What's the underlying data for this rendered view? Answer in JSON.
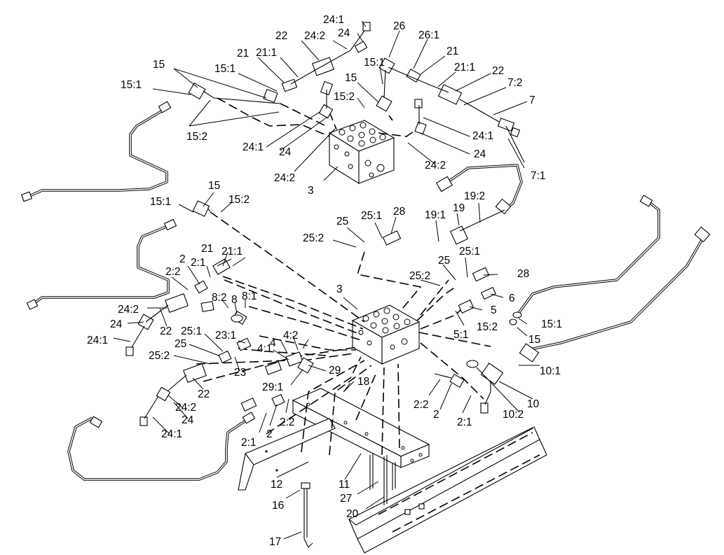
{
  "diagram": {
    "manifold_label": "3",
    "callouts": [
      {
        "text": "24:1"
      },
      {
        "text": "22"
      },
      {
        "text": "24:2"
      },
      {
        "text": "24"
      },
      {
        "text": "26"
      },
      {
        "text": "26:1"
      },
      {
        "text": "21"
      },
      {
        "text": "21:1"
      },
      {
        "text": "15:1"
      },
      {
        "text": "15"
      },
      {
        "text": "15:1"
      },
      {
        "text": "21"
      },
      {
        "text": "15"
      },
      {
        "text": "21:1"
      },
      {
        "text": "22"
      },
      {
        "text": "7:2"
      },
      {
        "text": "7"
      },
      {
        "text": "15:2"
      },
      {
        "text": "15"
      },
      {
        "text": "15:1"
      },
      {
        "text": "24:1"
      },
      {
        "text": "15:2"
      },
      {
        "text": "24:1"
      },
      {
        "text": "24"
      },
      {
        "text": "24"
      },
      {
        "text": "24:2"
      },
      {
        "text": "7:1"
      },
      {
        "text": "24:2"
      },
      {
        "text": "3"
      },
      {
        "text": "15"
      },
      {
        "text": "15:1"
      },
      {
        "text": "15:2"
      },
      {
        "text": "19:2"
      },
      {
        "text": "19"
      },
      {
        "text": "19:1"
      },
      {
        "text": "28"
      },
      {
        "text": "25"
      },
      {
        "text": "25:1"
      },
      {
        "text": "25:2"
      },
      {
        "text": "25:1"
      },
      {
        "text": "21"
      },
      {
        "text": "25"
      },
      {
        "text": "2"
      },
      {
        "text": "2:1"
      },
      {
        "text": "21:1"
      },
      {
        "text": "2:2"
      },
      {
        "text": "28"
      },
      {
        "text": "25:2"
      },
      {
        "text": "8:2"
      },
      {
        "text": "8:1"
      },
      {
        "text": "8"
      },
      {
        "text": "3"
      },
      {
        "text": "6"
      },
      {
        "text": "24:2"
      },
      {
        "text": "5"
      },
      {
        "text": "24"
      },
      {
        "text": "22"
      },
      {
        "text": "15:2"
      },
      {
        "text": "15:1"
      },
      {
        "text": "24:1"
      },
      {
        "text": "23:1"
      },
      {
        "text": "4:2"
      },
      {
        "text": "5:1"
      },
      {
        "text": "25:1"
      },
      {
        "text": "15"
      },
      {
        "text": "25"
      },
      {
        "text": "4"
      },
      {
        "text": "4:1"
      },
      {
        "text": "25:2"
      },
      {
        "text": "29"
      },
      {
        "text": "23"
      },
      {
        "text": "10:1"
      },
      {
        "text": "29:1"
      },
      {
        "text": "22"
      },
      {
        "text": "18"
      },
      {
        "text": "10"
      },
      {
        "text": "2:2"
      },
      {
        "text": "24:2"
      },
      {
        "text": "2"
      },
      {
        "text": "10:2"
      },
      {
        "text": "24"
      },
      {
        "text": "2:1"
      },
      {
        "text": "2:2"
      },
      {
        "text": "24:1"
      },
      {
        "text": "2:1"
      },
      {
        "text": "2"
      },
      {
        "text": "12"
      },
      {
        "text": "11"
      },
      {
        "text": "27"
      },
      {
        "text": "16"
      },
      {
        "text": "20"
      },
      {
        "text": "17"
      }
    ]
  }
}
